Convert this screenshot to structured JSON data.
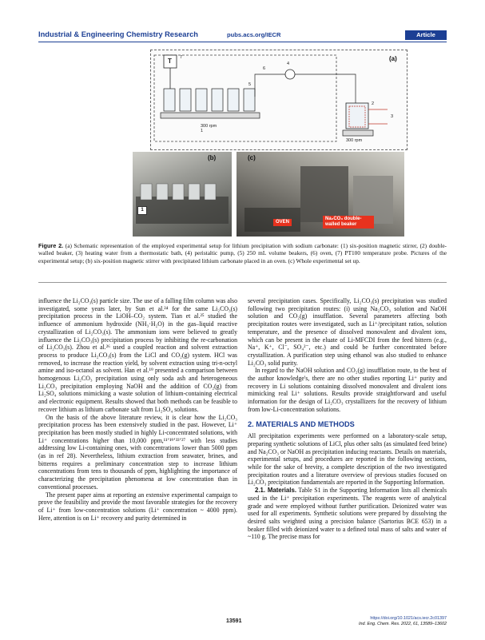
{
  "header": {
    "journal": "Industrial & Engineering Chemistry Research",
    "url": "pubs.acs.org/IECR",
    "badge": "Article"
  },
  "figure": {
    "panel_a": "(a)",
    "panel_b": "(b)",
    "panel_c": "(c)",
    "callouts": [
      "1",
      "2",
      "3",
      "4",
      "5",
      "6",
      "7"
    ],
    "thermo_label": "T",
    "rpm_left": "300 rpm",
    "rpm_right": "300 rpm",
    "photo_b_tag": "1",
    "oven_tag": "OVEN",
    "beaker_tag": "Na₂CO₃ double-walled beaker",
    "caption_lead": "Figure 2.",
    "caption_text": " (a) Schematic representation of the employed experimental setup for lithium precipitation with sodium carbonate: (1) six-position magnetic stirrer, (2) double-walled beaker, (3) heating water from a thermostatic bath, (4) peristaltic pump, (5) 250 mL volume beakers, (6) oven, (7) PT100 temperature probe. Pictures of the experimental setup; (b) six-position magnetic stirrer with precipitated lithium carbonate placed in an oven. (c) Whole experimental set up."
  },
  "body": {
    "left": [
      "influence the Li₂CO₃(s) particle size. The use of a falling film column was also investigated, some years later, by Sun et al.²⁴ for the same Li₂CO₃(s) precipitation process in the LiOH–CO₂ system. Tian et al.²⁵ studied the influence of ammonium hydroxide (NH₃·H₂O) in the gas–liquid reactive crystallization of Li₂CO₃(s). The ammonium ions were believed to greatly influence the Li₂CO₃(s) precipitation process by inhibiting the re-carbonation of Li₂CO₃(s). Zhou et al.²⁶ used a coupled reaction and solvent extraction process to produce Li₂CO₃(s) from the LiCl and CO₂(g) system. HCl was removed, to increase the reaction yield, by solvent extraction using tri-n-octyl amine and iso-octanol as solvent. Han et al.¹⁹ presented a comparison between homogenous Li₂CO₃ precipitation using only soda ash and heterogeneous Li₂CO₃ precipitation employing NaOH and the addition of CO₂(g) from Li₂SO₄ solutions mimicking a waste solution of lithium-containing electrical and electronic equipment. Results showed that both methods can be feasible to recover lithium as lithium carbonate salt from Li₂SO₄ solutions.",
      "On the basis of the above literature review, it is clear how the Li₂CO₃ precipitation process has been extensively studied in the past. However, Li⁺ precipitation has been mostly studied in highly Li-concentrated solutions, with Li⁺ concentrations higher than 10,000 ppm,¹¹ʼ¹⁹ʼ³³ʼ²⁷ with less studies addressing low Li-containing ones, with concentrations lower than 5000 ppm (as in ref 28). Nevertheless, lithium extraction from seawater, brines, and bitterns requires a preliminary concentration step to increase lithium concentrations from tens to thousands of ppm, highlighting the importance of characterizing the precipitation phenomena at low concentration than in conventional processes.",
      "The present paper aims at reporting an extensive experimental campaign to prove the feasibility and provide the most favorable strategies for the recovery of Li⁺ from low-concentration solutions (Li⁺ concentration ~ 4000 ppm). Here, attention is on Li⁺ recovery and purity determined in"
    ],
    "right": [
      "several precipitation cases. Specifically, Li₂CO₃(s) precipitation was studied following two precipitation routes: (i) using Na₂CO₃ solution and NaOH solution and CO₂(g) insufflation. Several parameters affecting both precipitation routes were investigated, such as Li⁺/precipitant ratios, solution temperature, and the presence of dissolved monovalent and divalent ions, which can be present in the eluate of Li-MFCDI from the feed bittern (e.g., Na⁺, K⁺, Cl⁻, SO₄²⁻, etc.) and could be further concentrated before crystallization. A purification step using ethanol was also studied to enhance Li₂CO₃ solid purity.",
      "In regard to the NaOH solution and CO₂(g) insufflation route, to the best of the author knowledge's, there are no other studies reporting Li⁺ purity and recovery in Li solutions containing dissolved monovalent and divalent ions mimicking real Li⁺ solutions. Results provide straightforward and useful information for the design of Li₂CO₃ crystallizers for the recovery of lithium from low-Li-concentration solutions."
    ],
    "section_title": "2. MATERIALS AND METHODS",
    "section_para": "All precipitation experiments were performed on a laboratory-scale setup, preparing synthetic solutions of LiCl, plus other salts (as simulated feed brine) and Na₂CO₃ or NaOH as precipitation inducing reactants. Details on materials, experimental setups, and procedures are reported in the following sections, while for the sake of brevity, a complete description of the two investigated precipitation routes and a literature overview of previous studies focused on Li₂CO₃ precipitation fundamentals are reported in the Supporting Information.",
    "subsection_title": "2.1. Materials.",
    "subsection_para": " Table S1 in the Supporting Information lists all chemicals used in the Li⁺ precipitation experiments. The reagents were of analytical grade and were employed without further purification. Deionized water was used for all experiments. Synthetic solutions were prepared by dissolving the desired salts weighted using a precision balance (Sartorius BCE 653) in a beaker filled with deionized water to a defined total mass of salts and water of ~110 g. The precise mass for"
  },
  "footer": {
    "page": "13591",
    "doi": "https://doi.org/10.1021/acs.iecr.2c01397",
    "citation": "Ind. Eng. Chem. Res. 2022, 61, 13589–13602"
  }
}
